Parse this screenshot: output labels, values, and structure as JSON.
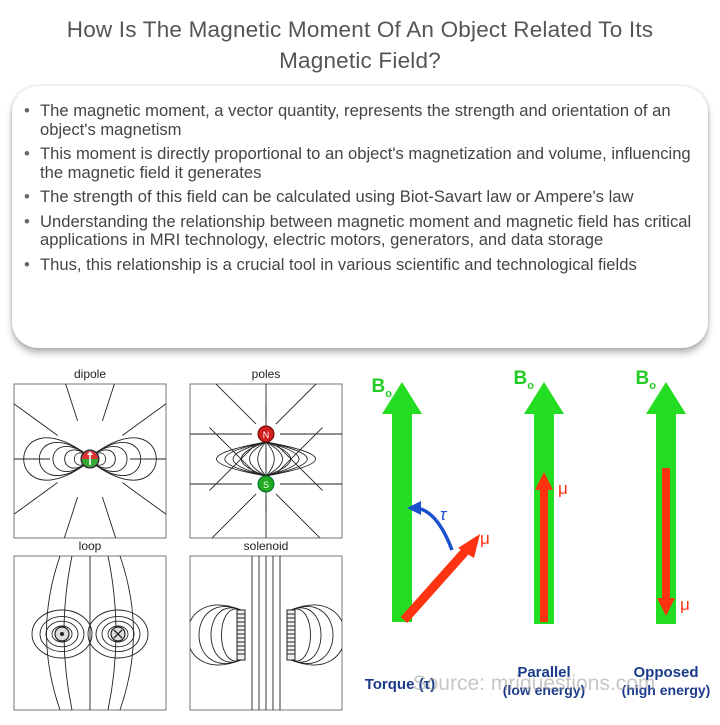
{
  "title": "How Is The Magnetic Moment Of An Object Related To Its Magnetic Field?",
  "bullets": [
    "The magnetic moment, a vector quantity, represents the strength and orientation of an object's magnetism",
    "This moment is directly proportional to an object's magnetization and volume, influencing the magnetic field it generates",
    "The strength of this field can be calculated using Biot-Savart law or Ampere's law",
    "Understanding the relationship between magnetic moment and magnetic field has critical applications in MRI technology, electric motors, generators, and data storage",
    "Thus, this relationship is a crucial tool in various scientific and technological fields"
  ],
  "field_panels": {
    "dipole": "dipole",
    "poles": "poles",
    "loop": "loop",
    "solenoid": "solenoid",
    "north_pole": "N",
    "south_pole": "S"
  },
  "orientation": {
    "field_label": "B",
    "field_subscript": "o",
    "moment_label": "μ",
    "torque_symbol": "τ",
    "torque_caption": "Torque (τ)",
    "parallel_caption_1": "Parallel",
    "parallel_caption_2": "(low energy)",
    "opposed_caption_1": "Opposed",
    "opposed_caption_2": "(high energy)"
  },
  "watermark": "Source: mriquestions.com",
  "colors": {
    "field_arrow": "#22dd22",
    "moment_arrow": "#ff3311",
    "torque_arrow": "#1a4fd0",
    "caption": "#1b3a8a",
    "field_lines": "#222222"
  }
}
